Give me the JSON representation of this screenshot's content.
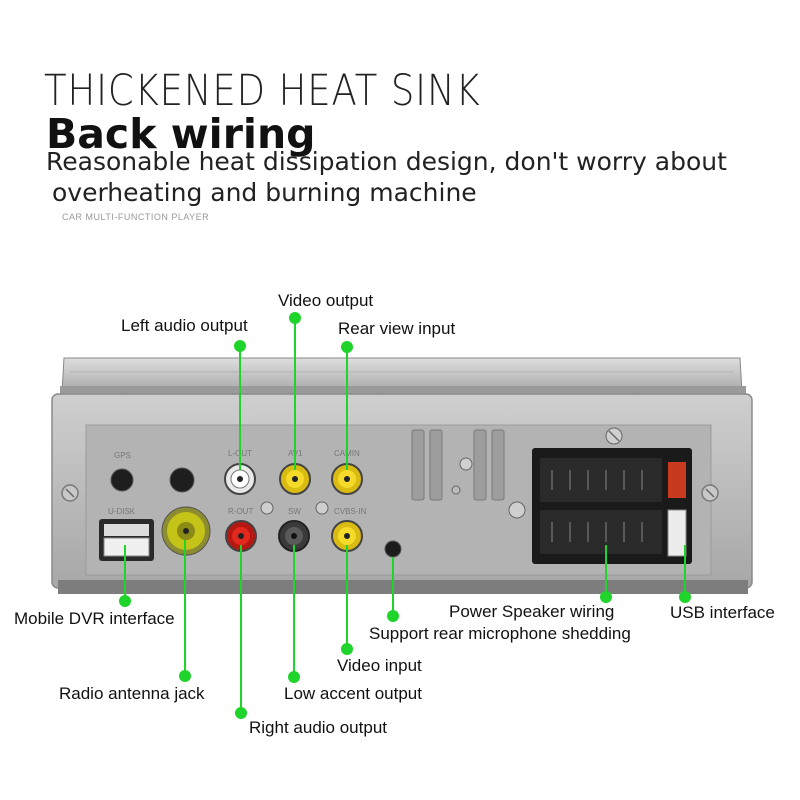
{
  "header": {
    "title": "THICKENED HEAT SINK",
    "subtitle": "Back wiring",
    "description_line1": "Reasonable heat dissipation design, don't worry about",
    "description_line2": "overheating and burning machine",
    "small_caption": "CAR MULTI-FUNCTION PLAYER"
  },
  "callouts": {
    "video_output": "Video output",
    "left_audio_output": "Left audio output",
    "rear_view_input": "Rear view input",
    "mobile_dvr_interface": "Mobile DVR interface",
    "radio_antenna_jack": "Radio antenna jack",
    "right_audio_output": "Right audio output",
    "low_accent_output": "Low accent output",
    "video_input": "Video input",
    "support_rear_microphone": "Support rear microphone shedding",
    "power_speaker_wiring": "Power Speaker wiring",
    "usb_interface": "USB interface"
  },
  "panel_labels": {
    "gps": "GPS",
    "usb": "U-DISK",
    "l_out": "L-OUT",
    "av1": "AV1",
    "camera": "CAMIN",
    "r_out": "R-OUT",
    "sw": "SW",
    "cvbs": "CVBS-IN"
  },
  "colors": {
    "leader_line": "#1fd42a",
    "rca_yellow": "#f2d21b",
    "rca_red": "#d8201c",
    "rca_white": "#f4f4f4",
    "panel": "#b9b9b9"
  }
}
